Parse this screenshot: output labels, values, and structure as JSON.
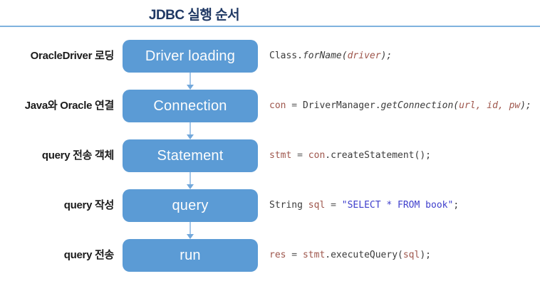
{
  "title": "JDBC 실행 순서",
  "colors": {
    "box": "#5B9BD5",
    "title": "#1F3864",
    "rule": "#7FB2DE",
    "arrow_line": "#A5C7E9",
    "arrow_head": "#74A9DB",
    "code_plain": "#3B3B3B",
    "code_variable": "#9E564C",
    "code_string": "#3F3FCC",
    "code_operator": "#5A5A5A"
  },
  "rows": [
    {
      "label": "OracleDriver 로딩",
      "box": "Driver loading",
      "code_text": "Class.forName(driver);",
      "code": [
        {
          "t": "Class",
          "c": "k"
        },
        {
          "t": ".",
          "c": "k"
        },
        {
          "t": "forName(",
          "c": "m"
        },
        {
          "t": "driver",
          "c": "p"
        },
        {
          "t": ");",
          "c": "m"
        }
      ]
    },
    {
      "label": "Java와 Oracle 연결",
      "box": "Connection",
      "code_text": "con = DriverManager.getConnection(url, id, pw);",
      "code": [
        {
          "t": "con",
          "c": "v"
        },
        {
          "t": " = ",
          "c": "o"
        },
        {
          "t": "DriverManager",
          "c": "k"
        },
        {
          "t": ".",
          "c": "k"
        },
        {
          "t": "getConnection(",
          "c": "m"
        },
        {
          "t": "url, id, pw",
          "c": "p"
        },
        {
          "t": ");",
          "c": "m"
        }
      ]
    },
    {
      "label": "query 전송 객체",
      "box": "Statement",
      "code_text": "stmt = con.createStatement();",
      "code": [
        {
          "t": "stmt",
          "c": "v"
        },
        {
          "t": " = ",
          "c": "o"
        },
        {
          "t": "con",
          "c": "v"
        },
        {
          "t": ".",
          "c": "k"
        },
        {
          "t": "createStatement",
          "c": "k"
        },
        {
          "t": "();",
          "c": "k"
        }
      ]
    },
    {
      "label": "query 작성",
      "box": "query",
      "code_text": "String sql = \"SELECT * FROM book\";",
      "code": [
        {
          "t": "String ",
          "c": "k"
        },
        {
          "t": "sql",
          "c": "v"
        },
        {
          "t": " = ",
          "c": "o"
        },
        {
          "t": "\"SELECT * FROM book\"",
          "c": "s"
        },
        {
          "t": ";",
          "c": "k"
        }
      ]
    },
    {
      "label": "query 전송",
      "box": "run",
      "code_text": "res = stmt.executeQuery(sql);",
      "code": [
        {
          "t": "res",
          "c": "v"
        },
        {
          "t": " = ",
          "c": "o"
        },
        {
          "t": "stmt",
          "c": "v"
        },
        {
          "t": ".",
          "c": "k"
        },
        {
          "t": "executeQuery(",
          "c": "k"
        },
        {
          "t": "sql",
          "c": "v"
        },
        {
          "t": ");",
          "c": "k"
        }
      ]
    }
  ]
}
